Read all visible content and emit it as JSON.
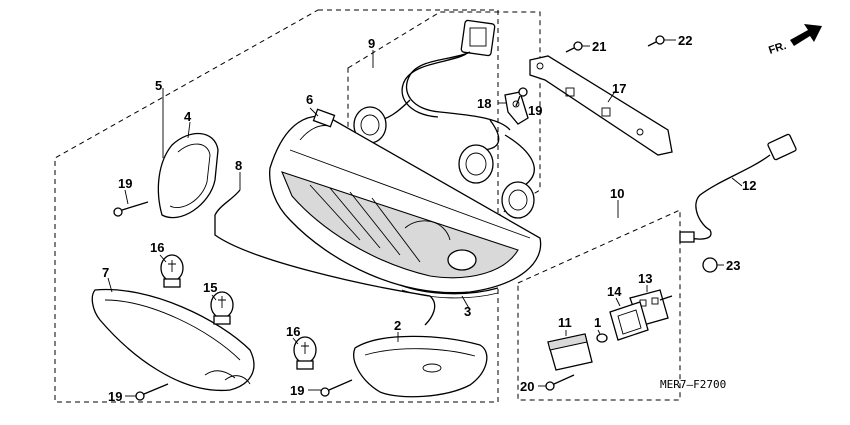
{
  "diagram": {
    "code": "MER7—F2700",
    "direction_label": "FR.",
    "callouts": {
      "c1": "1",
      "c2": "2",
      "c3": "3",
      "c4": "4",
      "c5": "5",
      "c6": "6",
      "c7": "7",
      "c8": "8",
      "c9": "9",
      "c10": "10",
      "c11": "11",
      "c12": "12",
      "c13": "13",
      "c14": "14",
      "c15": "15",
      "c16a": "16",
      "c16b": "16",
      "c17": "17",
      "c18": "18",
      "c19a": "19",
      "c19b": "19",
      "c19c": "19",
      "c19d": "19",
      "c20": "20",
      "c21": "21",
      "c22": "22",
      "c23": "23"
    }
  }
}
